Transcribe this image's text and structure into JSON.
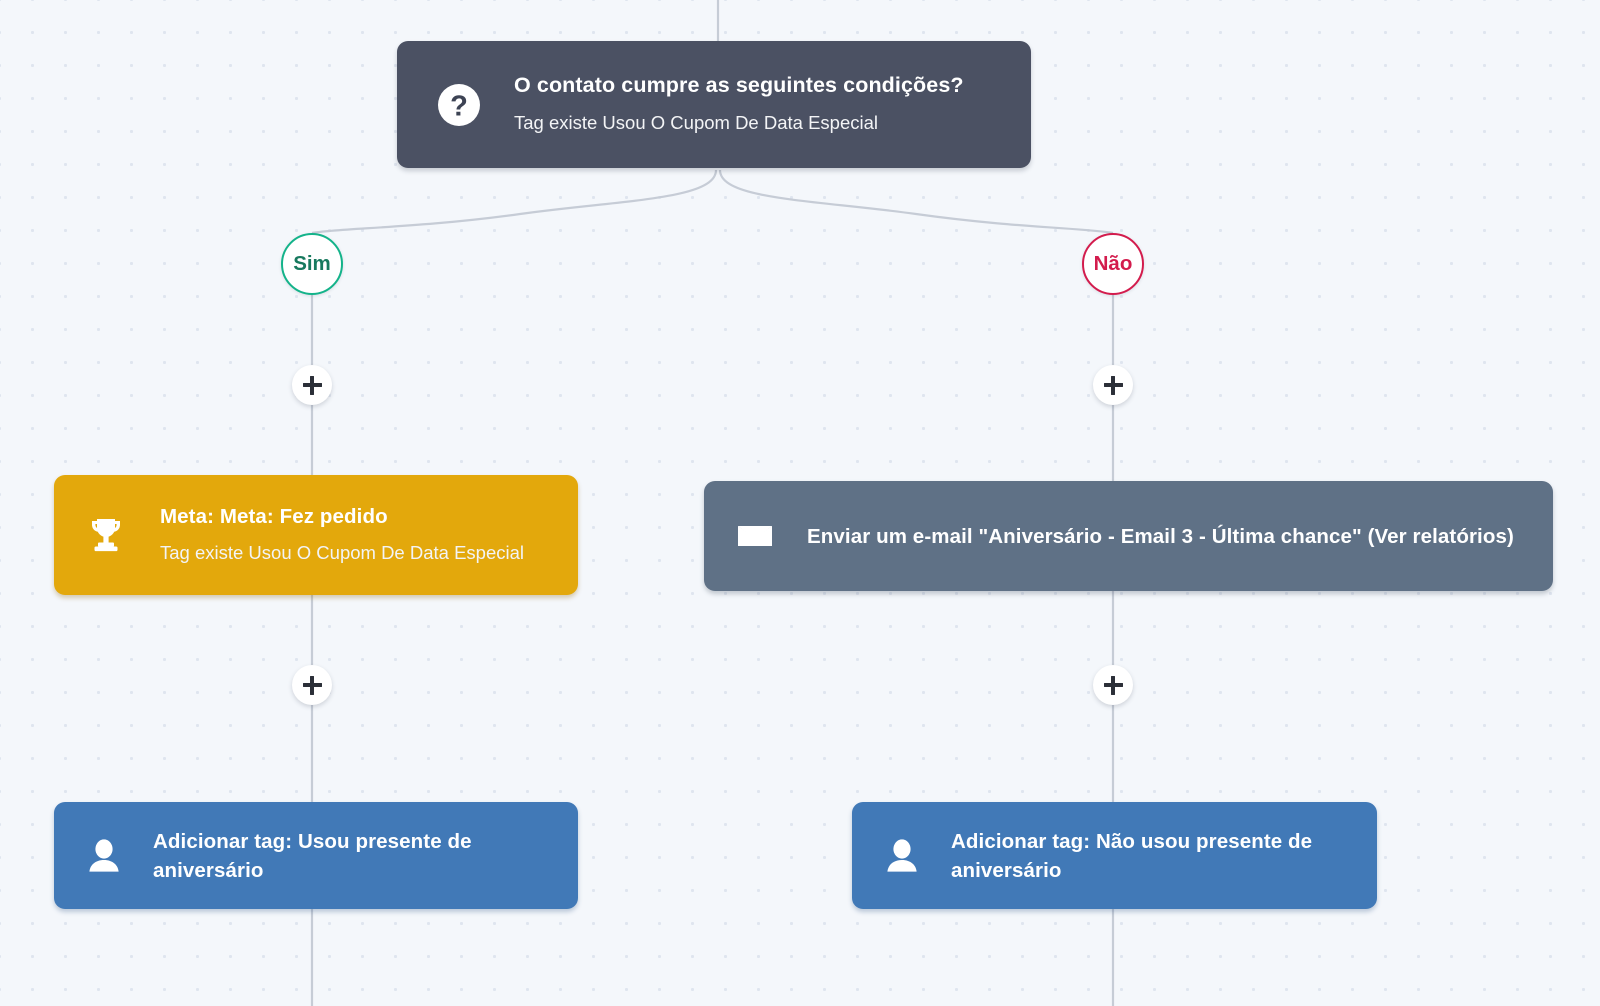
{
  "canvas": {
    "background_color": "#f4f7fb",
    "dot_color": "#dfe5ef"
  },
  "flow": {
    "condition_node": {
      "icon": "question-mark-circle-icon",
      "title": "O contato cumpre as seguintes condições?",
      "subtitle": "Tag existe Usou O Cupom De Data Especial",
      "color": "#4b5163"
    },
    "branches": [
      {
        "label": "Sim",
        "color": "#14b38a",
        "text_color": "#17795e"
      },
      {
        "label": "Não",
        "color": "#d31c4d",
        "text_color": "#d31c4d"
      }
    ],
    "goal_node": {
      "icon": "trophy-icon",
      "title": "Meta: Meta: Fez pedido",
      "subtitle": "Tag existe Usou O Cupom De Data Especial",
      "color": "#e3a80c"
    },
    "email_node": {
      "icon": "envelope-icon",
      "title": "Enviar um e-mail \"Aniversário - Email 3 - Última chance\" (Ver relatórios)",
      "color": "#5f7186"
    },
    "tag_node_left": {
      "icon": "person-icon",
      "title": "Adicionar tag: Usou presente de aniversário",
      "color": "#4179b7"
    },
    "tag_node_right": {
      "icon": "person-icon",
      "title": "Adicionar tag: Não usou presente de aniversário",
      "color": "#4179b7"
    },
    "add_buttons": [
      {
        "name": "add-step-yes-1",
        "label": "+"
      },
      {
        "name": "add-step-no-1",
        "label": "+"
      },
      {
        "name": "add-step-yes-2",
        "label": "+"
      },
      {
        "name": "add-step-no-2",
        "label": "+"
      }
    ]
  }
}
